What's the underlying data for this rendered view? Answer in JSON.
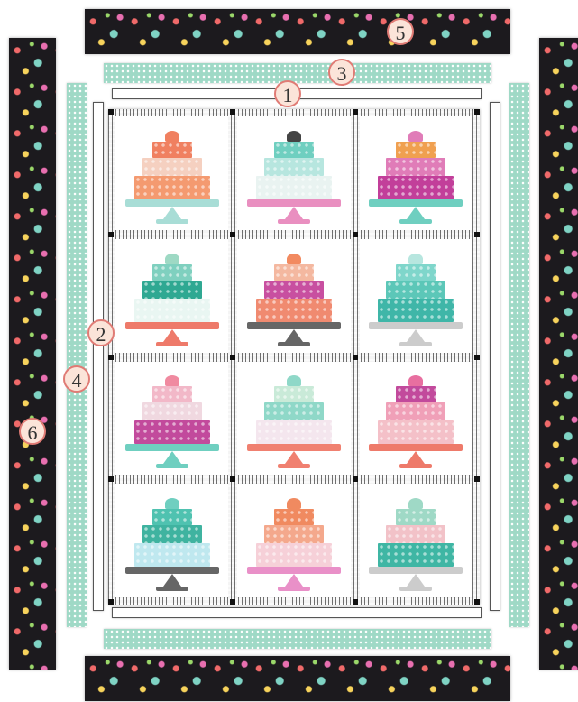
{
  "callouts": {
    "c1": "1",
    "c2": "2",
    "c3": "3",
    "c4": "4",
    "c5": "5",
    "c6": "6"
  },
  "colors": {
    "dark_print": "#1c1a1e",
    "mint": "#9fd9c6",
    "callout_fill": "#fbe4d9",
    "callout_ring": "#e07b75"
  },
  "cakes": [
    {
      "top": "#f08060",
      "mid": "#f5d0c0",
      "bottom": "#f49a70",
      "plate": "#a8ddd6",
      "topper": "#f08060"
    },
    {
      "top": "#6fcfc0",
      "mid": "#b7e6df",
      "bottom": "#e9f3f1",
      "plate": "#e98fc0",
      "topper": "#444444"
    },
    {
      "top": "#f0a050",
      "mid": "#e07cb8",
      "bottom": "#c23f9a",
      "plate": "#6fcfc0",
      "topper": "#e07cb8"
    },
    {
      "top": "#7fd0bf",
      "mid": "#2fa892",
      "bottom": "#e9f6f2",
      "plate": "#ee7a6a",
      "topper": "#9ed9c4"
    },
    {
      "top": "#f4b8a0",
      "mid": "#c84fa0",
      "bottom": "#f08a70",
      "plate": "#666666",
      "topper": "#f28a60"
    },
    {
      "top": "#7fd6cb",
      "mid": "#5cc7b8",
      "bottom": "#3fb6a8",
      "plate": "#cccccc",
      "topper": "#b7e6df"
    },
    {
      "top": "#f2b8c8",
      "mid": "#f0d8e0",
      "bottom": "#c24a9c",
      "plate": "#6fcfc0",
      "topper": "#f08aa0"
    },
    {
      "top": "#c9ead8",
      "mid": "#8fd8c8",
      "bottom": "#f4e6ee",
      "plate": "#f08070",
      "topper": "#8fd8c8"
    },
    {
      "top": "#c24a9c",
      "mid": "#f0a0b8",
      "bottom": "#f4c0c8",
      "plate": "#ee7a6a",
      "topper": "#e86fa0"
    },
    {
      "top": "#4fc2b0",
      "mid": "#3fb3a0",
      "bottom": "#bfe8ef",
      "plate": "#666666",
      "topper": "#6fcfc0"
    },
    {
      "top": "#f08a60",
      "mid": "#f4a88c",
      "bottom": "#f6d0d8",
      "plate": "#e990c8",
      "topper": "#f08a60"
    },
    {
      "top": "#9fd9c6",
      "mid": "#f2c2c8",
      "bottom": "#3fb6a4",
      "plate": "#cccccc",
      "topper": "#9fd9c6"
    }
  ]
}
